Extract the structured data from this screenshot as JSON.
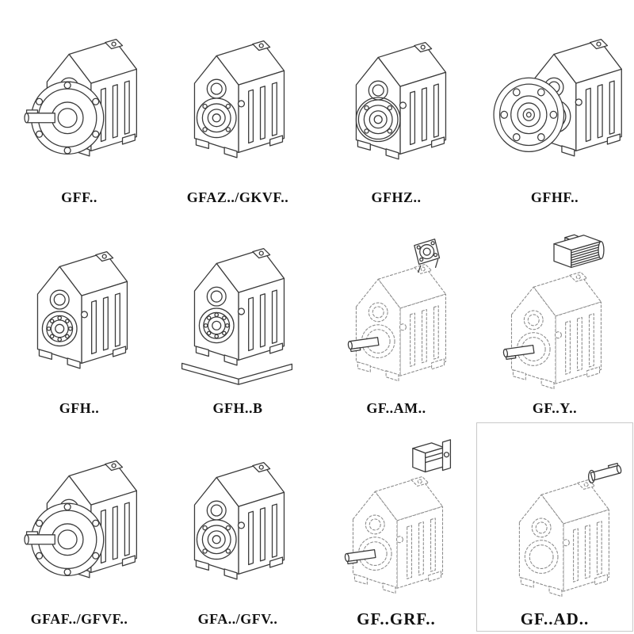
{
  "page": {
    "background": "#ffffff",
    "ink_color": "#3b3b3b",
    "phantom_line_color": "#8d8d8d",
    "box_border_color": "#c9c9c9"
  },
  "catalog": {
    "items": [
      {
        "label": "GFF..",
        "drawing": "gearbox-output-flange-with-solid-shaft",
        "line_style": "solid"
      },
      {
        "label": "GFAZ../GKVF..",
        "drawing": "gearbox-hollow-output-shaft",
        "line_style": "solid"
      },
      {
        "label": "GFHZ..",
        "drawing": "gearbox-hollow-shaft-shrink-disc",
        "line_style": "solid"
      },
      {
        "label": "GFHF..",
        "drawing": "gearbox-output-flange-front",
        "line_style": "solid"
      },
      {
        "label": "GFH..",
        "drawing": "gearbox-foot-mounted-bearing-view",
        "line_style": "solid"
      },
      {
        "label": "GFH..B",
        "drawing": "gearbox-foot-mounted-with-base-plate",
        "line_style": "solid"
      },
      {
        "label": "GF..AM..",
        "drawing": "gearbox-phantom-with-motor-adapter-flange",
        "line_style": "dashed"
      },
      {
        "label": "GF..Y..",
        "drawing": "gearbox-phantom-with-mounted-motor",
        "line_style": "dashed"
      },
      {
        "label": "GFAF../GFVF..",
        "drawing": "gearbox-output-flange-with-solid-shaft",
        "line_style": "solid"
      },
      {
        "label": "GFA../GFV..",
        "drawing": "gearbox-hollow-output-shaft",
        "line_style": "solid"
      },
      {
        "label": "GF..GRF..",
        "drawing": "gearbox-phantom-with-input-adapter-block",
        "line_style": "dashed"
      },
      {
        "label": "GF..AD..",
        "drawing": "gearbox-phantom-with-input-shaft-adapter",
        "line_style": "dashed"
      }
    ]
  }
}
